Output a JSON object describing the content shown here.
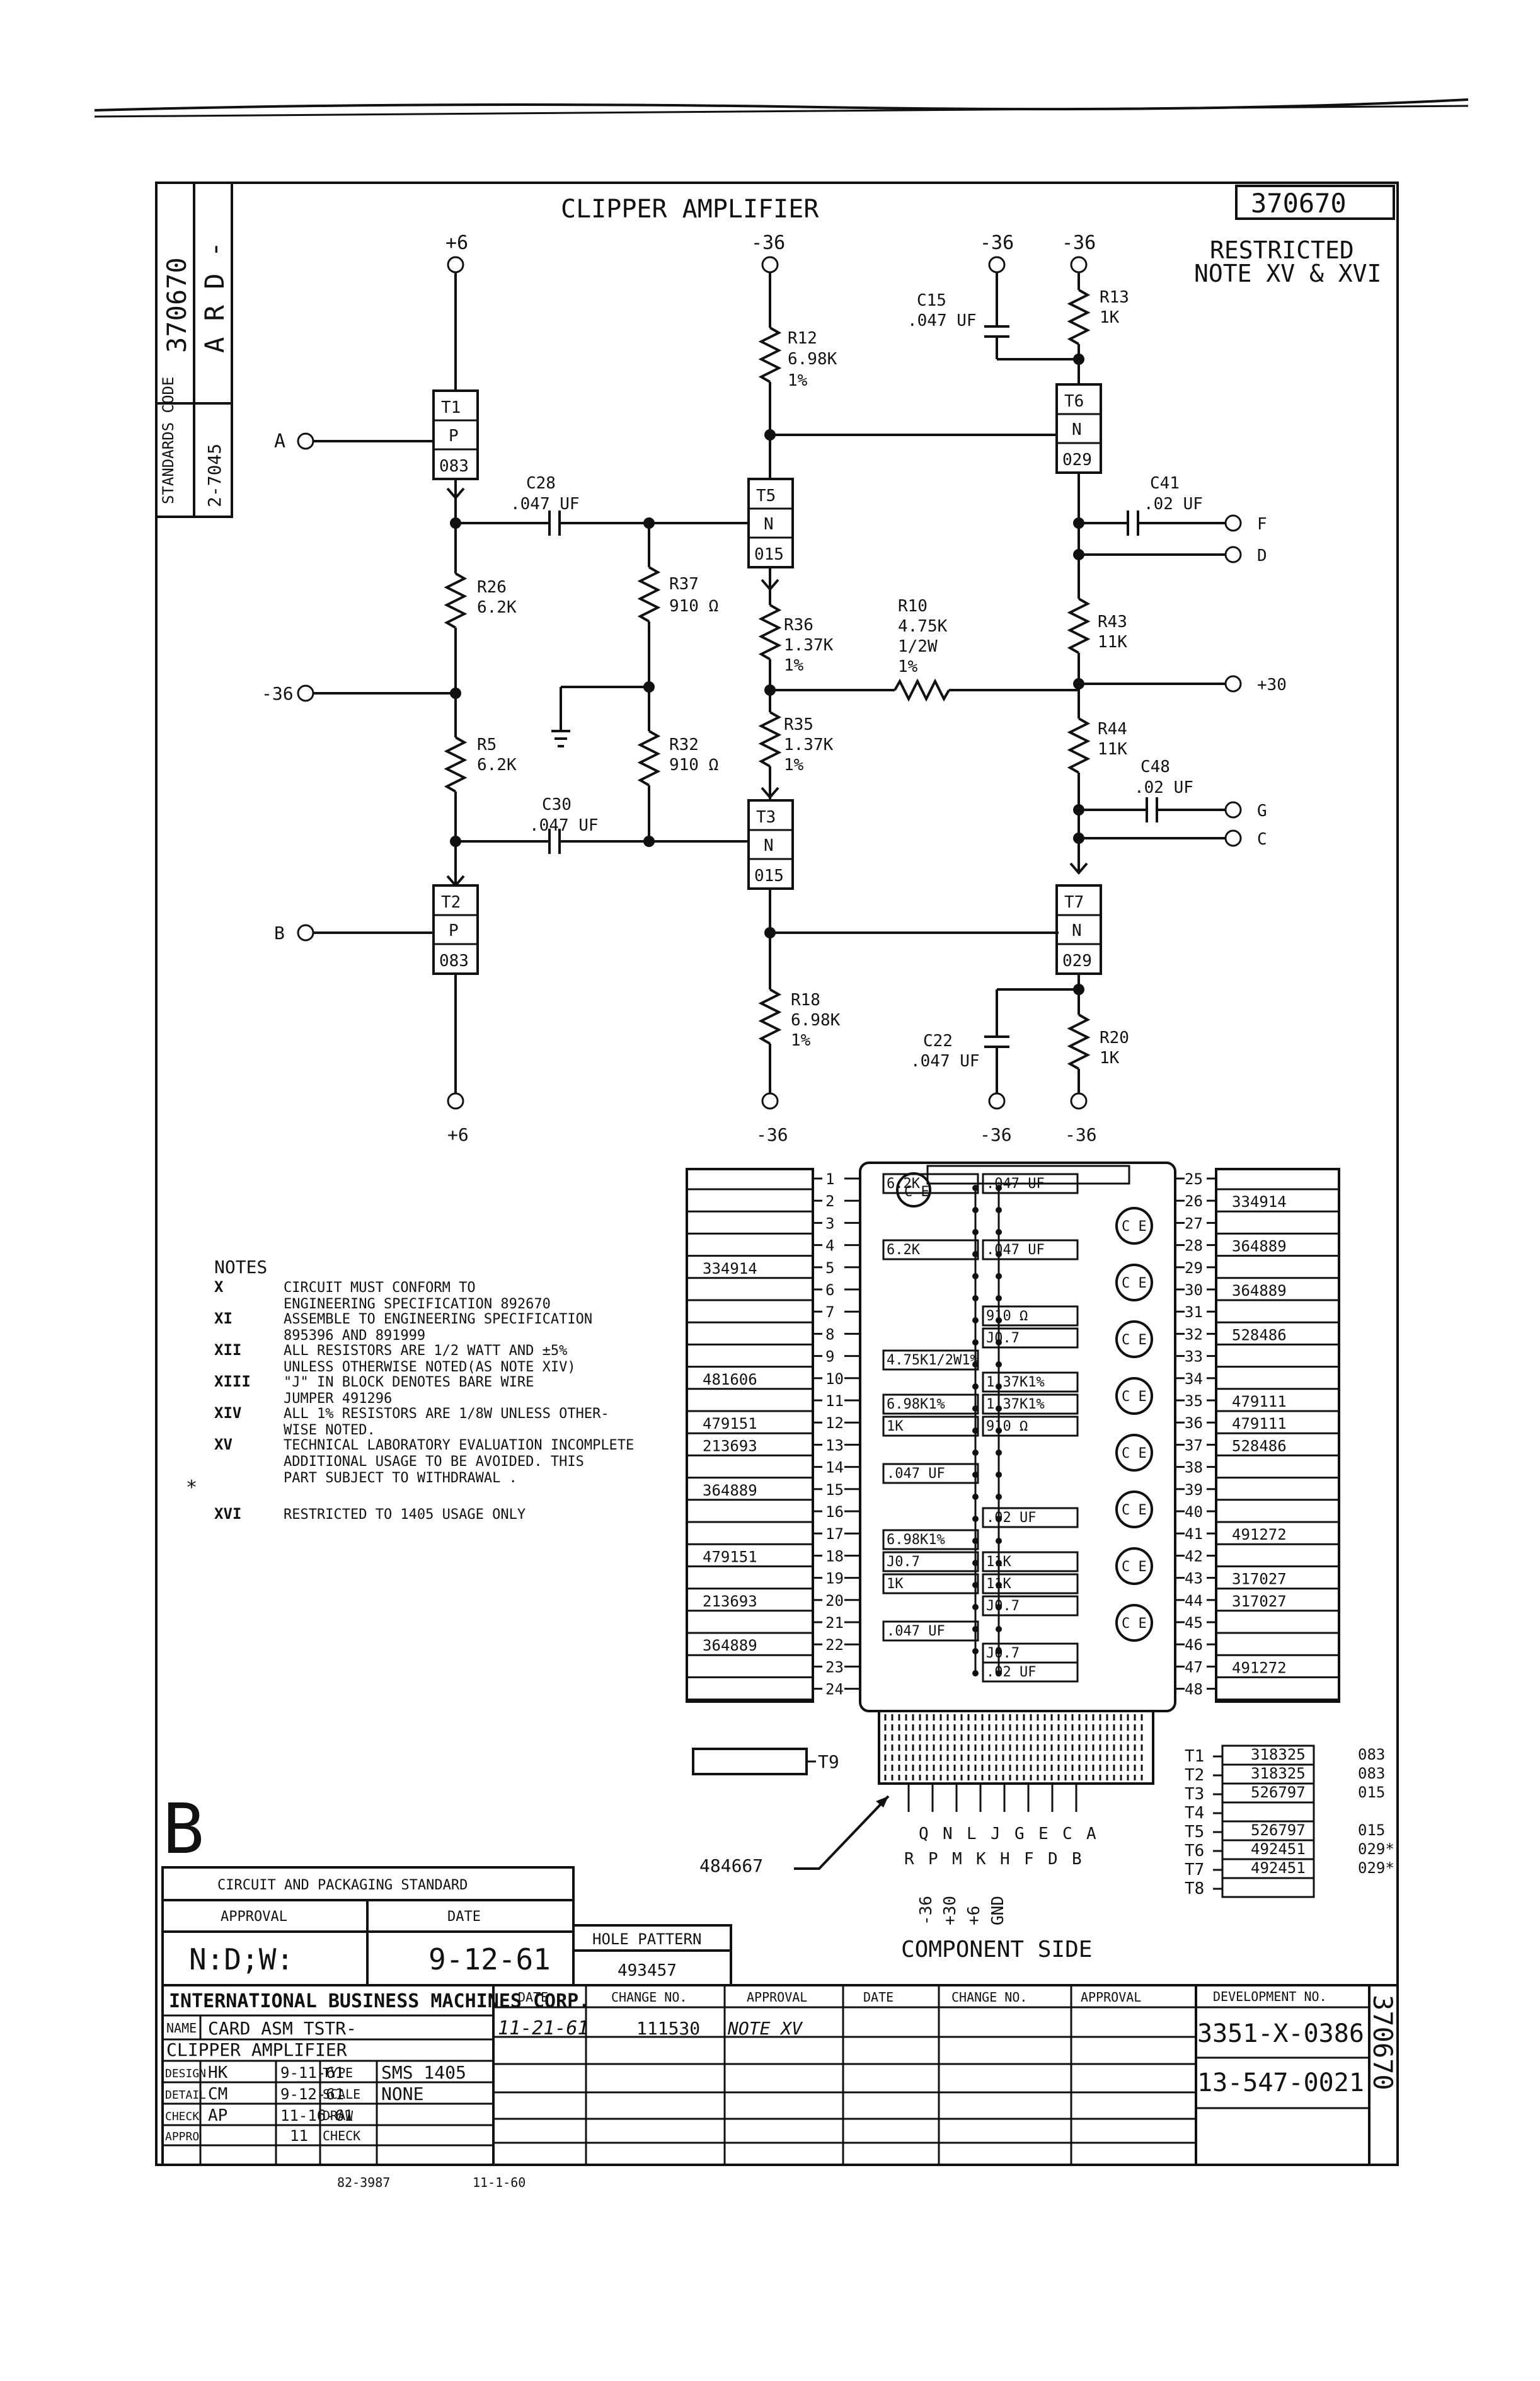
{
  "header": {
    "left_strip_number": "370670",
    "left_strip_code": "A R D -",
    "standards_code_label": "STANDARDS CODE",
    "standards_code_value": "2-7045",
    "title": "CLIPPER AMPLIFIER",
    "number_box": "370670",
    "restricted_line1": "RESTRICTED",
    "restricted_line2": "NOTE XV & XVI"
  },
  "supplies": {
    "t1_top": "+6",
    "r12_top": "-36",
    "c15_top": "-36",
    "r13_top": "-36",
    "t2_bottom": "+6",
    "r18_bottom": "-36",
    "c22_bottom": "-36",
    "r20_bottom": "-36"
  },
  "terminals": {
    "a": "A",
    "b": "B",
    "minus36": "-36",
    "f": "F",
    "d": "D",
    "plus30": "+30",
    "g": "G",
    "c": "C"
  },
  "transistors": {
    "t1": {
      "name": "T1",
      "type": "P",
      "num": "083"
    },
    "t2": {
      "name": "T2",
      "type": "P",
      "num": "083"
    },
    "t3": {
      "name": "T3",
      "type": "N",
      "num": "015"
    },
    "t5": {
      "name": "T5",
      "type": "N",
      "num": "015"
    },
    "t6": {
      "name": "T6",
      "type": "N",
      "num": "029"
    },
    "t7": {
      "name": "T7",
      "type": "N",
      "num": "029"
    }
  },
  "components": {
    "c15": {
      "name": "C15",
      "value": ".047 UF"
    },
    "r13": {
      "name": "R13",
      "value": "1K"
    },
    "r12": {
      "name": "R12",
      "value": "6.98K",
      "tol": "1%"
    },
    "c28": {
      "name": "C28",
      "value": ".047 UF"
    },
    "c41": {
      "name": "C41",
      "value": ".02 UF"
    },
    "r26": {
      "name": "R26",
      "value": "6.2K"
    },
    "r37": {
      "name": "R37",
      "value": "910 Ω"
    },
    "r36": {
      "name": "R36",
      "value": "1.37K",
      "tol": "1%"
    },
    "r10": {
      "name": "R10",
      "value": "4.75K",
      "power": "1/2W",
      "tol": "1%"
    },
    "r43": {
      "name": "R43",
      "value": "11K"
    },
    "r5": {
      "name": "R5",
      "value": "6.2K"
    },
    "r32": {
      "name": "R32",
      "value": "910 Ω"
    },
    "r35": {
      "name": "R35",
      "value": "1.37K",
      "tol": "1%"
    },
    "r44": {
      "name": "R44",
      "value": "11K"
    },
    "c48": {
      "name": "C48",
      "value": ".02 UF"
    },
    "c30": {
      "name": "C30",
      "value": ".047 UF"
    },
    "r18": {
      "name": "R18",
      "value": "6.98K",
      "tol": "1%"
    },
    "c22": {
      "name": "C22",
      "value": ".047 UF"
    },
    "r20": {
      "name": "R20",
      "value": "1K"
    }
  },
  "notes": {
    "heading": "NOTES",
    "items": [
      {
        "num": "X",
        "line1": "CIRCUIT MUST CONFORM TO",
        "line2": "ENGINEERING SPECIFICATION 892670",
        "line3": ""
      },
      {
        "num": "XI",
        "line1": "ASSEMBLE TO ENGINEERING SPECIFICATION",
        "line2": "895396 AND 891999",
        "line3": ""
      },
      {
        "num": "XII",
        "line1": "ALL RESISTORS ARE 1/2 WATT AND ±5%",
        "line2": "UNLESS OTHERWISE NOTED(AS NOTE XIV)",
        "line3": ""
      },
      {
        "num": "XIII",
        "line1": "\"J\" IN BLOCK DENOTES BARE WIRE",
        "line2": "JUMPER 491296",
        "line3": ""
      },
      {
        "num": "XIV",
        "line1": "ALL 1% RESISTORS ARE 1/8W UNLESS OTHER-",
        "line2": "WISE NOTED.",
        "line3": ""
      },
      {
        "num": "XV",
        "line1": "TECHNICAL LABORATORY EVALUATION INCOMPLETE",
        "line2": "ADDITIONAL USAGE TO BE AVOIDED. THIS",
        "line3": "PART SUBJECT TO WITHDRAWAL ."
      },
      {
        "num": "XVI",
        "line1": "RESTRICTED TO 1405 USAGE ONLY",
        "line2": "",
        "line3": ""
      }
    ],
    "star": "*"
  },
  "card": {
    "left_parts": [
      "",
      "",
      "",
      "",
      "334914",
      "",
      "",
      "",
      "",
      "481606",
      "",
      "479151",
      "213693",
      "",
      "364889",
      "",
      "",
      "479151",
      "",
      "213693",
      "",
      "364889",
      "",
      ""
    ],
    "right_parts": [
      "",
      "334914",
      "",
      "364889",
      "",
      "364889",
      "",
      "528486",
      "",
      "",
      "479111",
      "479111",
      "528486",
      "",
      "",
      "",
      "491272",
      "",
      "317027",
      "317027",
      "",
      "",
      "491272",
      ""
    ],
    "board_labels": [
      "6.2K",
      ".047 UF",
      "6.2K",
      ".047 UF",
      "910 Ω",
      "J0.7",
      "4.75K1/2W1%",
      "1.37K1%",
      "6.98K1%",
      "1.37K1%",
      "1K",
      "910 Ω",
      ".047 UF",
      ".02 UF",
      "6.98K1%",
      "J0.7",
      "11K",
      "1K",
      "11K",
      "J0.7",
      ".047 UF",
      "J0.7",
      ".02 UF"
    ],
    "pin_upper": [
      "Q",
      "N",
      "L",
      "J",
      "G",
      "E",
      "C",
      "A"
    ],
    "pin_lower": [
      "R",
      "P",
      "M",
      "K",
      "H",
      "F",
      "D",
      "B"
    ],
    "pin_voltages": [
      "-36",
      "+30",
      "+6",
      "GND"
    ],
    "t9_label": "T9",
    "pointer_part": "484667",
    "component_side": "COMPONENT SIDE",
    "transistor_list": [
      {
        "label": "T1",
        "part": "318325",
        "code": "083"
      },
      {
        "label": "T2",
        "part": "318325",
        "code": "083"
      },
      {
        "label": "T3",
        "part": "526797",
        "code": "015"
      },
      {
        "label": "T4",
        "part": "",
        "code": ""
      },
      {
        "label": "T5",
        "part": "526797",
        "code": "015"
      },
      {
        "label": "T6",
        "part": "492451",
        "code": "029*"
      },
      {
        "label": "T7",
        "part": "492451",
        "code": "029*"
      },
      {
        "label": "T8",
        "part": "",
        "code": ""
      }
    ]
  },
  "title_block": {
    "letter": "B",
    "cps_label": "CIRCUIT AND PACKAGING STANDARD",
    "approval_label": "APPROVAL",
    "date_label": "DATE",
    "approval_value": "N:D;W:",
    "date_value": "9-12-61",
    "hole_pattern_label": "HOLE PATTERN",
    "hole_pattern_value": "493457",
    "company": "INTERNATIONAL BUSINESS MACHINES CORP.",
    "name_label": "NAME",
    "name_value": "CARD ASM TSTR-",
    "name_value2": "CLIPPER AMPLIFIER",
    "design_label": "DESIGN",
    "design_by": "HK",
    "design_date": "9-11-61",
    "type_label": "TYPE",
    "type_value": "SMS 1405",
    "detail_label": "DETAIL",
    "detail_by": "CM",
    "detail_date": "9-12-61",
    "scale_label": "SCALE",
    "scale_value": "NONE",
    "check_label": "CHECK",
    "check_by": "AP",
    "check_date": "11-16-61",
    "draw_label": "DRAW",
    "appro_label": "APPRO",
    "appro_date": "11",
    "check2_label": "CHECK",
    "rev_headers": [
      "DATE",
      "CHANGE NO.",
      "APPROVAL",
      "DATE",
      "CHANGE NO.",
      "APPROVAL"
    ],
    "rev_date": "11-21-61",
    "rev_change": "111530",
    "rev_approval": "NOTE XV",
    "dev_label": "DEVELOPMENT NO.",
    "dev_value1": "3351-X-0386",
    "dev_value2": "13-547-0021",
    "side_number": "370670",
    "form_number": "82-3987",
    "form_date": "11-1-60"
  }
}
